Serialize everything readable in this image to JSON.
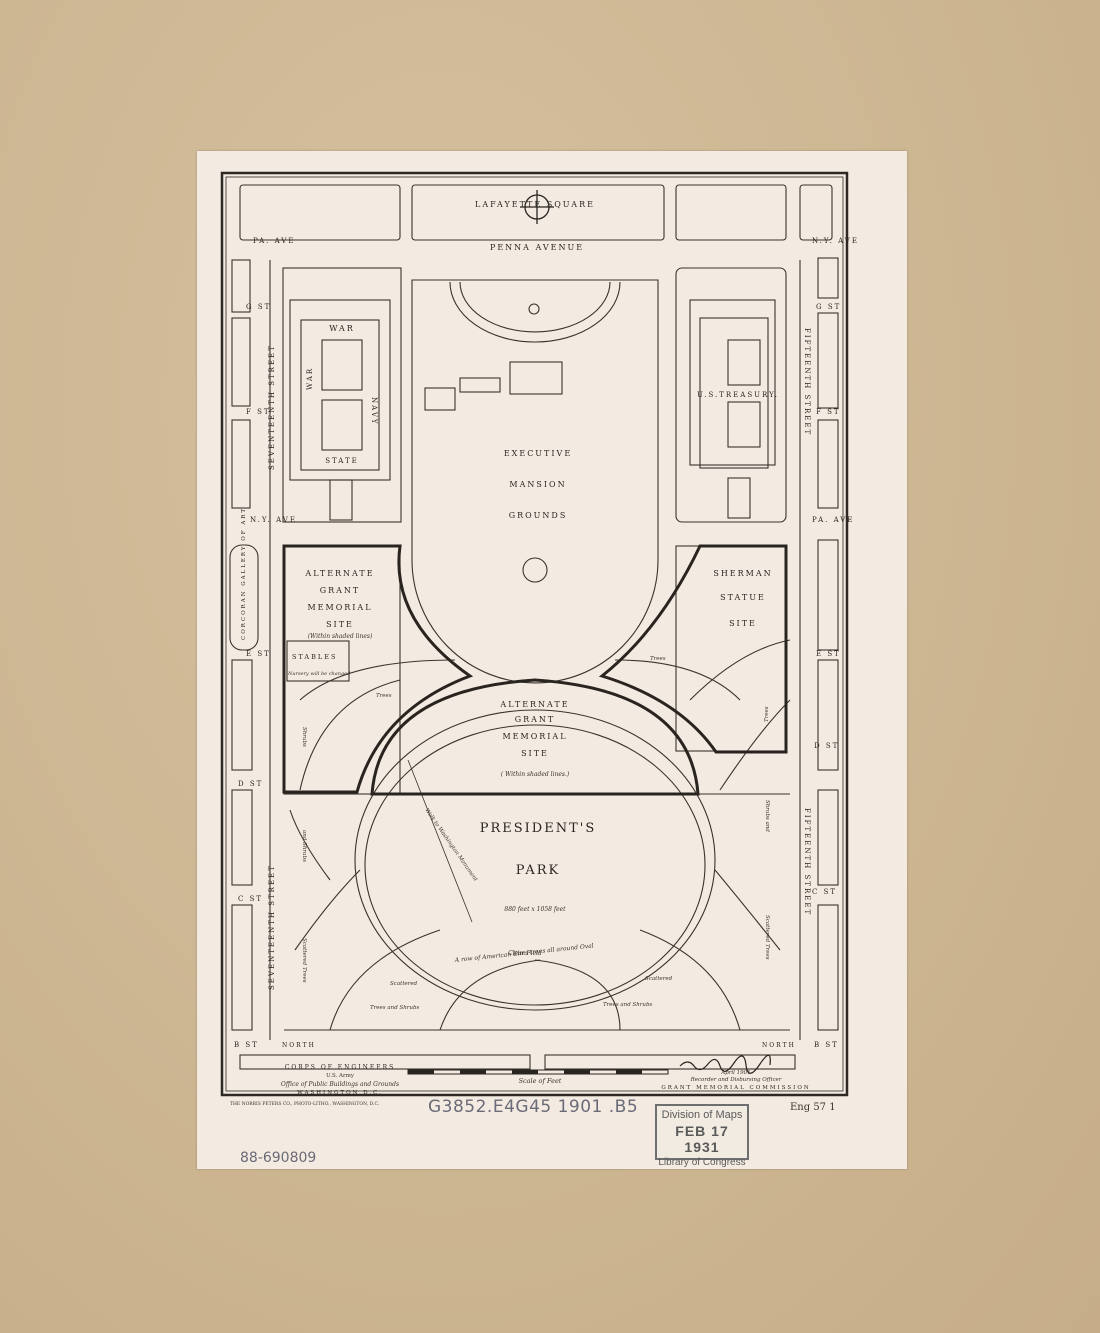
{
  "map": {
    "top_square": "LAFAYETTE SQUARE",
    "top_avenue": "PENNA AVENUE",
    "street_labels": {
      "pa_ave_left": "PA. AVE",
      "ny_ave_right": "N.Y. AVE",
      "g_st_left": "G ST",
      "g_st_right": "G ST",
      "f_st_left": "F ST",
      "f_st_right": "F ST",
      "ny_ave_left": "N.Y. AVE",
      "pa_ave_right": "PA. AVE",
      "e_st_left": "E ST",
      "e_st_right": "E ST",
      "d_st_left": "D ST",
      "d_st_right": "D ST",
      "c_st_left": "C ST",
      "c_st_right": "C ST",
      "b_st_left": "B ST",
      "b_st_right": "B ST",
      "north_left": "NORTH",
      "north_right": "NORTH",
      "seventeenth_upper": "SEVENTEENTH STREET",
      "seventeenth_lower": "SEVENTEENTH STREET",
      "fifteenth_upper": "FIFTEENTH STREET",
      "fifteenth_lower": "FIFTEENTH STREET"
    },
    "state_war_navy": {
      "war_top": "WAR",
      "war_side": "WAR",
      "navy": "NAVY",
      "state": "STATE"
    },
    "treasury": "U.S.TREASURY.",
    "executive_mansion": [
      "EXECUTIVE",
      "MANSION",
      "GROUNDS"
    ],
    "alt_site_left": [
      "ALTERNATE",
      "GRANT",
      "MEMORIAL",
      "SITE"
    ],
    "alt_site_left_note": "(Within shaded lines)",
    "stables": "STABLES",
    "stables_note": "Nursery will be changed",
    "corcoran": "CORCORAN GALLERY OF ART",
    "sherman": [
      "SHERMAN",
      "STATUE",
      "SITE"
    ],
    "alt_site_center": [
      "ALTERNATE",
      "GRANT",
      "MEMORIAL",
      "SITE"
    ],
    "alt_site_center_note": "( Within shaded lines.)",
    "presidents_park": [
      "PRESIDENT'S",
      "PARK"
    ],
    "dimensions": "880 feet x 1058 feet",
    "diagonal_note": "Walk to Washington Monument",
    "oval_note": "A row of American Elms trees all around Oval",
    "clear_field": "Clear Field",
    "vegetation": {
      "trees_left": "Trees",
      "shrubs_left": "Shrubs",
      "trees_right": "Trees",
      "trees_right_vert": "Trees",
      "shrubs_left_lower": "and Shrubs",
      "shrubs_right_lower": "Shrubs and",
      "scattered_left": "Scattered Trees",
      "scattered_right": "Scattered Trees",
      "scattered_bottom_left": "Scattered",
      "trees_and_shrubs_left": "Trees and Shrubs",
      "scattered_bottom_right": "Scattered",
      "trees_and_shrubs_right": "Trees and Shrubs"
    },
    "footer_left": [
      "CORPS OF ENGINEERS",
      "U.S. Army",
      "Office of Public Buildings and Grounds",
      "WASHINGTON D.C."
    ],
    "scale_label": "Scale of Feet",
    "footer_right": [
      "April 1901",
      "Recorder and Disbursing Officer",
      "GRANT MEMORIAL COMMISSION"
    ],
    "printer": "THE NORRIS PETERS CO., PHOTO-LITHO., WASHINGTON, D.C.",
    "plate_number": "Eng 57 1"
  },
  "annotations": {
    "call_number": "G3852.E4G45 1901 .B5",
    "accession": "88-690809"
  },
  "stamp": {
    "line1": "Division of Maps",
    "line2": "FEB 17 1931",
    "line3": "Library of Congress"
  }
}
